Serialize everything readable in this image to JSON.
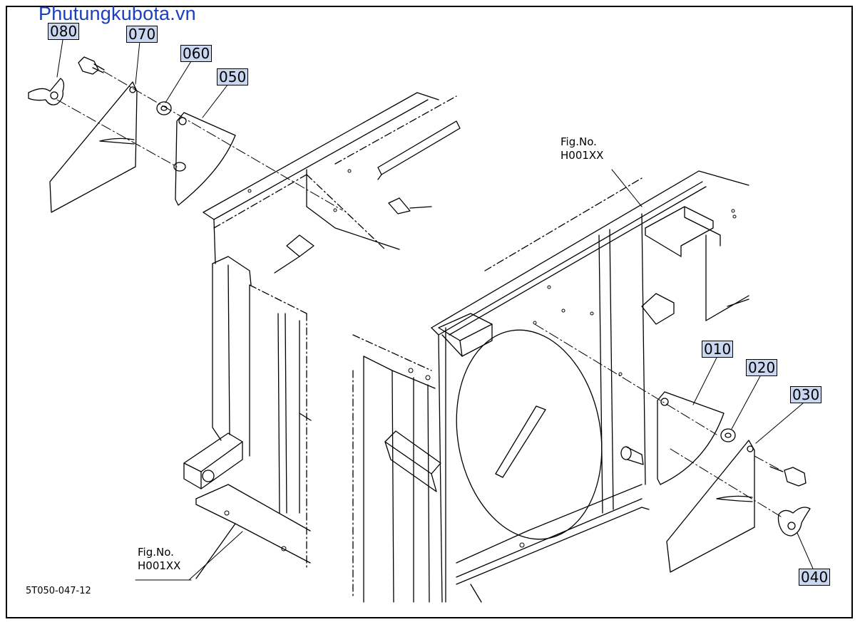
{
  "watermark": "Phutungkubota.vn",
  "drawing_number": "5T050-047-12",
  "callouts": {
    "p010": "010",
    "p020": "020",
    "p030": "030",
    "p040": "040",
    "p050": "050",
    "p060": "060",
    "p070": "070",
    "p080": "080"
  },
  "fig_refs": {
    "upper": {
      "line1": "Fig.No.",
      "line2": "H001XX"
    },
    "lower": {
      "line1": "Fig.No.",
      "line2": "H001XX"
    }
  }
}
